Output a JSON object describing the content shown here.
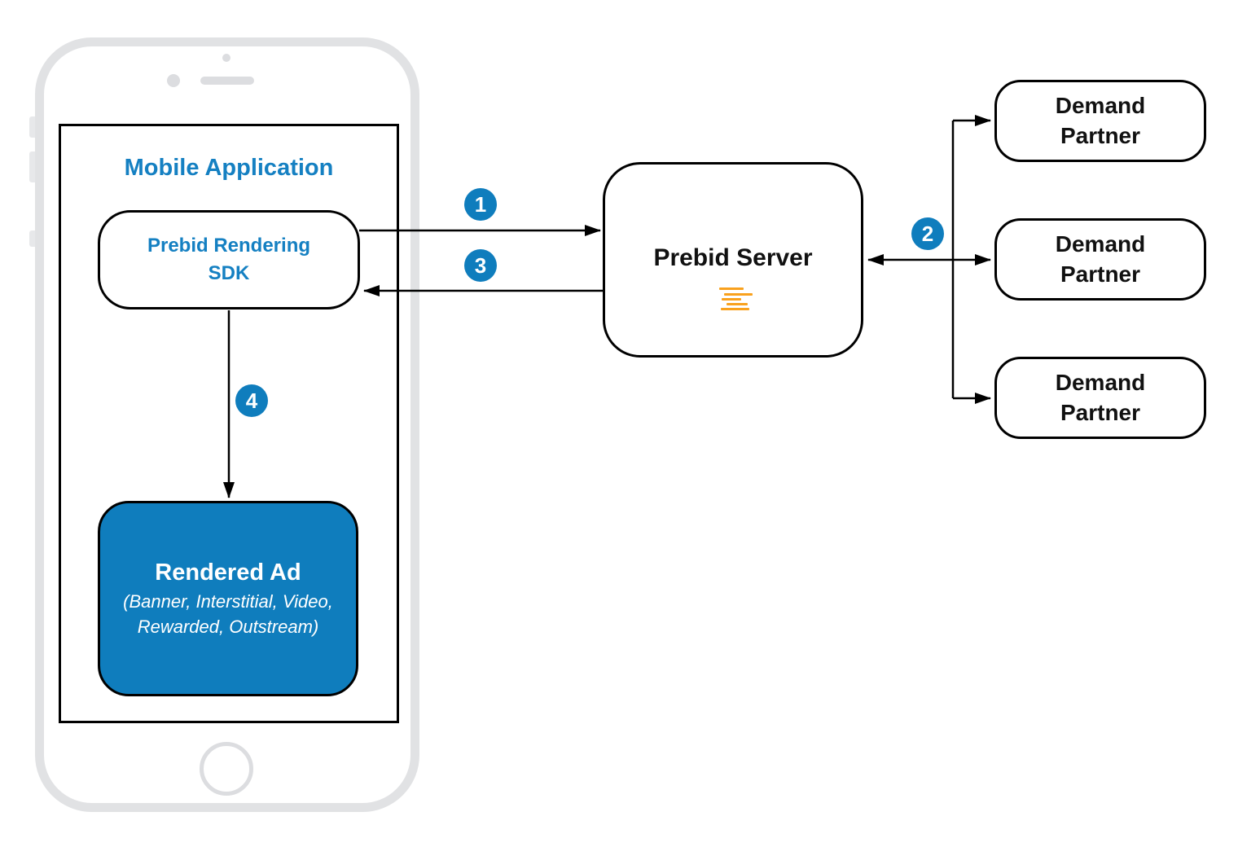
{
  "diagram": {
    "mobile_app": {
      "title": "Mobile Application"
    },
    "sdk": {
      "label": "Prebid Rendering\nSDK"
    },
    "rendered_ad": {
      "title": "Rendered Ad",
      "subtitle": "(Banner, Interstitial, Video,\nRewarded, Outstream)"
    },
    "server": {
      "label": "Prebid Server"
    },
    "demand_partners": [
      {
        "label": "Demand\nPartner"
      },
      {
        "label": "Demand\nPartner"
      },
      {
        "label": "Demand\nPartner"
      }
    ],
    "steps": [
      {
        "number": "1"
      },
      {
        "number": "2"
      },
      {
        "number": "3"
      },
      {
        "number": "4"
      }
    ],
    "colors": {
      "accent_blue": "#0f7dbd",
      "text_blue": "#1580c2",
      "logo_orange": "#f9a11d",
      "line_black": "#000000",
      "phone_gray": "#e1e2e4"
    }
  }
}
